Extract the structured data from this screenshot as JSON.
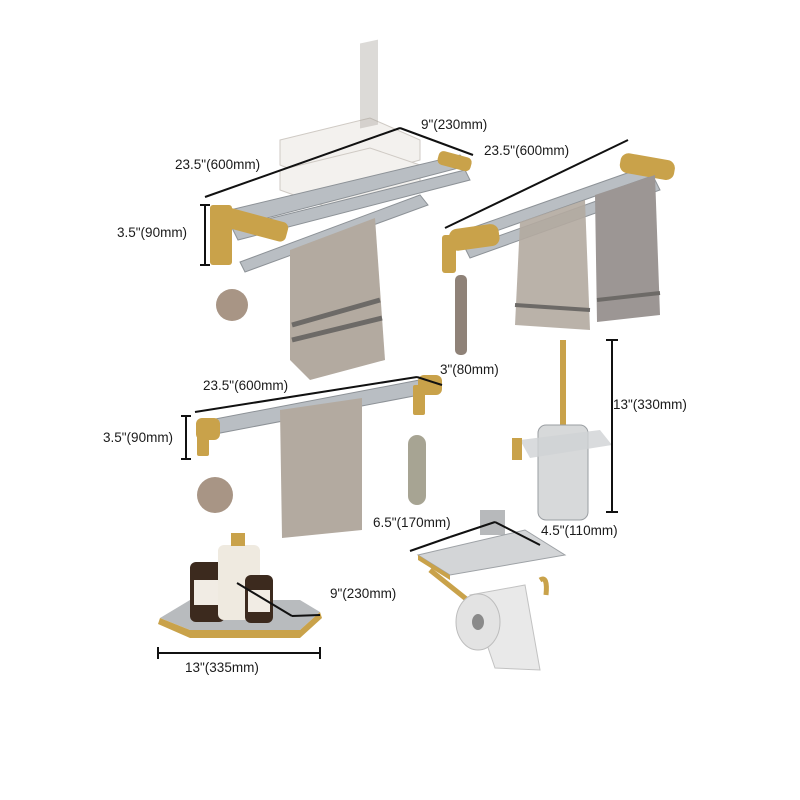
{
  "labels": {
    "towel_rack_depth": "9\"(230mm)",
    "towel_rack_length": "23.5\"(600mm)",
    "towel_rack_height": "3.5\"(90mm)",
    "double_bar_length": "23.5\"(600mm)",
    "single_bar_length": "23.5\"(600mm)",
    "single_bar_depth": "3\"(80mm)",
    "single_bar_height": "3.5\"(90mm)",
    "brush_holder_height": "13\"(330mm)",
    "paper_holder_width": "6.5\"(170mm)",
    "paper_holder_depth": "4.5\"(110mm)",
    "corner_shelf_depth": "9\"(230mm)",
    "corner_shelf_width": "13\"(335mm)"
  },
  "colors": {
    "gold": "#c9a24a",
    "chrome": "#b9bec3",
    "towel": "#b3aaa0",
    "dimension_line": "#111111"
  }
}
